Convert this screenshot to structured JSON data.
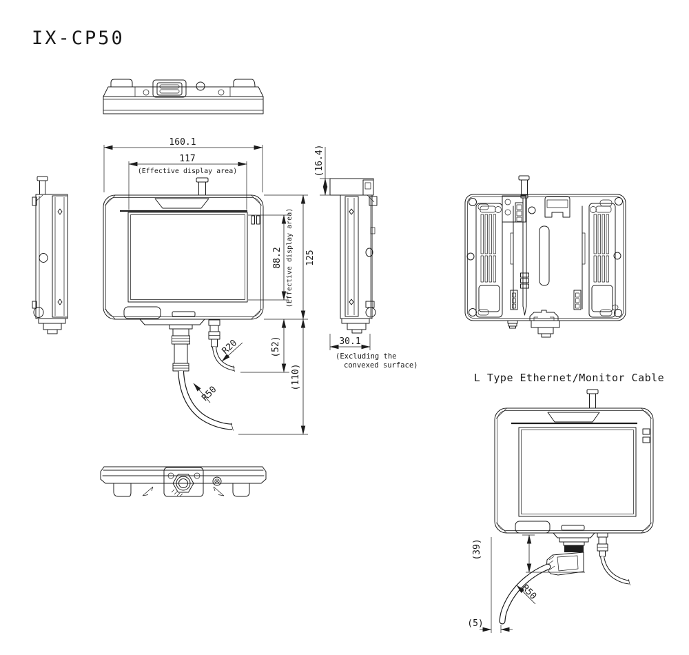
{
  "title": "IX-CP50",
  "colors": {
    "line": "#1c1c1c",
    "background": "#ffffff"
  },
  "labels": {
    "l_type_cable": "L Type Ethernet/Monitor Cable",
    "side_view_note_line1": "(Excluding the",
    "side_view_note_line2": "convexed surface)"
  },
  "dims": {
    "overall_width": "160.1",
    "display_width": "117",
    "display_width_note": "(Effective display area)",
    "top_block_height": "(16.4)",
    "display_height": "88.2",
    "display_height_note": "(Effective display area)",
    "overall_height": "125",
    "small_cable_drop": "(52)",
    "large_cable_drop": "(110)",
    "small_cable_bend_radius": "R20",
    "large_cable_bend_radius": "R50",
    "side_depth": "30.1",
    "l_connector_drop": "(39)",
    "l_cable_bend_radius": "R50",
    "l_cable_side_offset": "(5)"
  }
}
